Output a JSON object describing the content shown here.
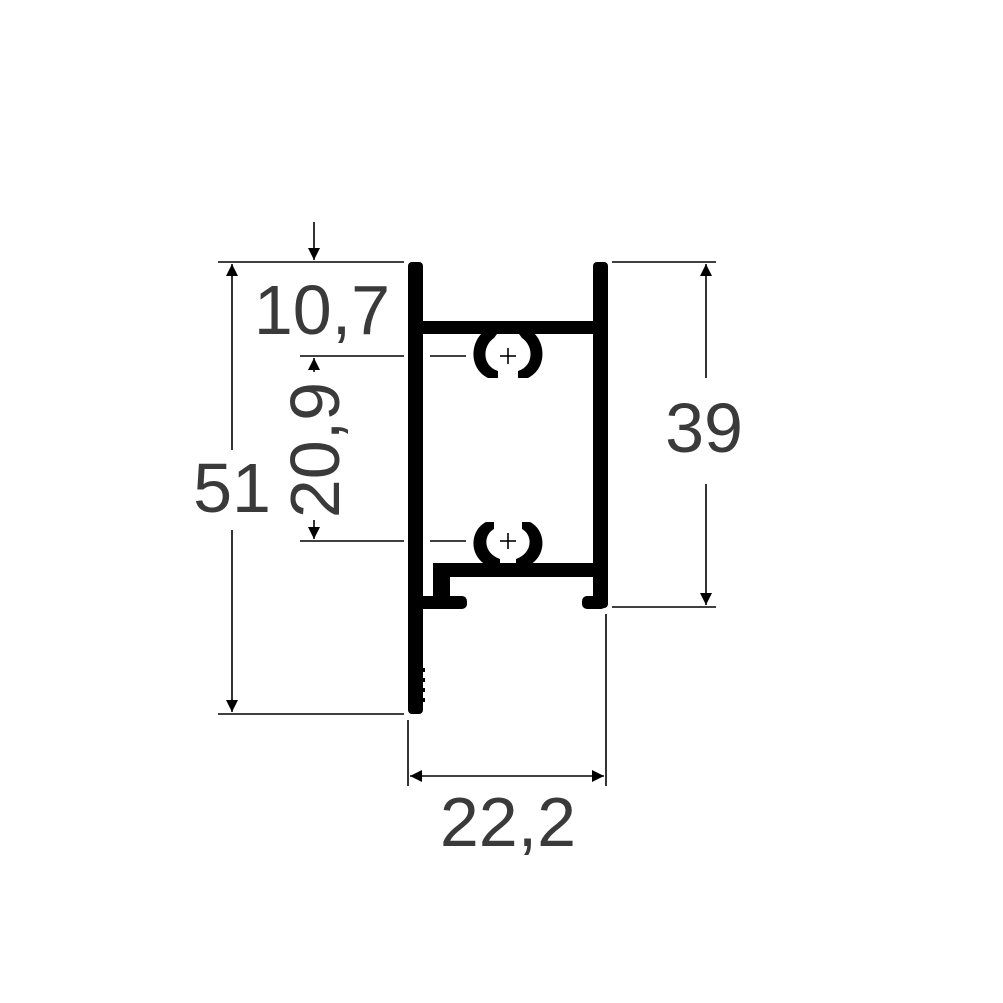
{
  "dimensions": {
    "overall_height": "51",
    "top_offset": "10,7",
    "hole_spacing": "20,9",
    "web_height": "39",
    "width": "22,2"
  },
  "colors": {
    "profile": "#000000",
    "dimension_text": "#3a3a3a",
    "background": "#ffffff"
  }
}
